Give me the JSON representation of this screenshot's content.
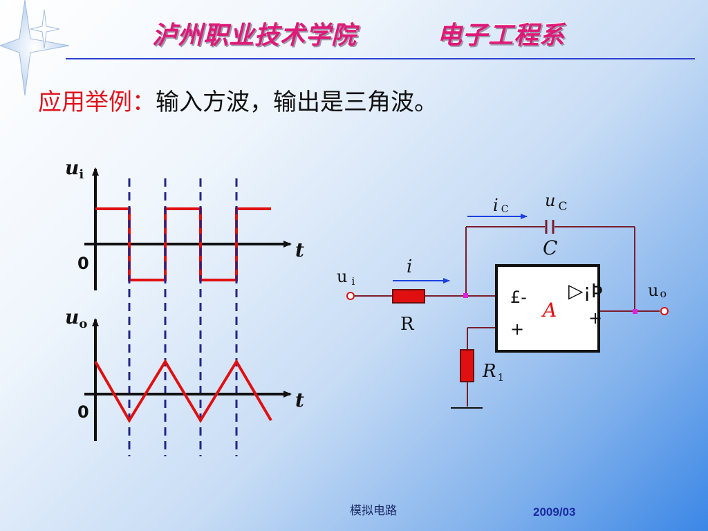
{
  "header": {
    "school": "泸州职业技术学院",
    "department": "电子工程系"
  },
  "heading": {
    "lead": "应用举例：",
    "text": "输入方波，输出是三角波。"
  },
  "waveforms": {
    "input": {
      "y_label_main": "u",
      "y_label_sub": "i",
      "x_label": "t",
      "origin": "0",
      "shape": "square"
    },
    "output": {
      "y_label_main": "u",
      "y_label_sub": "o",
      "x_label": "t",
      "origin": "0",
      "shape": "triangle"
    }
  },
  "circuit": {
    "input_main": "u",
    "input_sub": "i",
    "current_i": "i",
    "resistor_R": "R",
    "ic_main": "i",
    "ic_sub": "C",
    "uc_main": "u",
    "uc_sub": "C",
    "capacitor": "C",
    "amp_symbol": "▷¡Þ",
    "minus_label": "£-",
    "plus_label": "+",
    "amp_plus_label": "+",
    "amp_name": "A",
    "output_main": "u",
    "output_sub": "o",
    "r1_main": "R",
    "r1_sub": "1"
  },
  "footer": {
    "course": "模拟电路",
    "date": "2009/03"
  },
  "colors": {
    "accent_red": "#e01010",
    "title_magenta": "#e01878",
    "wire_dark": "#7a1c2c",
    "dashed_blue": "#24248a",
    "arrow_blue": "#1a40e0"
  }
}
